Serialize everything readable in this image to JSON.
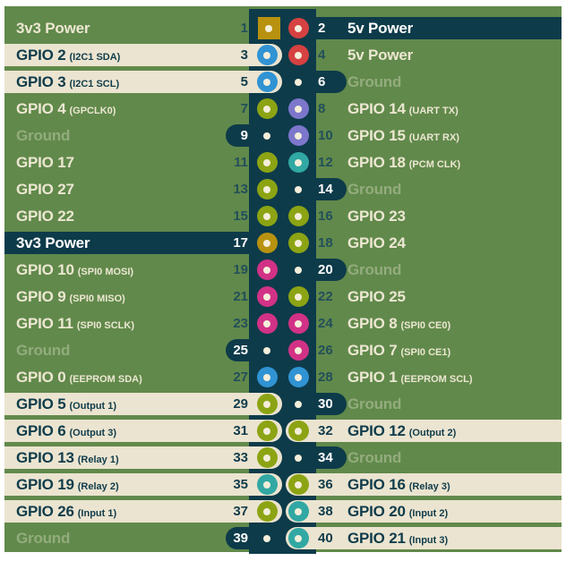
{
  "colors": {
    "background": "#ffffff",
    "panel_green": "#61894b",
    "navy": "#0d3b4a",
    "cream": "#ebe4d0",
    "cream_text": "#ece7d2",
    "muted_text": "#93ac7d",
    "dark_text": "#103c4b",
    "number_on_green": "#224f5a",
    "white_text": "#ffffff",
    "pin_types": {
      "power3v3": "#b8920f",
      "power5v": "#d64141",
      "i2c": "#3093d3",
      "gpio": "#8ca414",
      "uart": "#7d77cc",
      "pcm": "#31a8a3",
      "spi": "#d23286",
      "dot": "#f4eedb"
    }
  },
  "rows": [
    {
      "left": {
        "label": "3v3 Power",
        "sub": "",
        "style": "plain"
      },
      "pins": [
        {
          "num": "1",
          "type": "power3v3",
          "shape": "square"
        },
        {
          "num": "2",
          "type": "power5v"
        }
      ],
      "right": {
        "label": "5v Power",
        "sub": "",
        "style": "navy"
      }
    },
    {
      "left": {
        "label": "GPIO 2",
        "sub": "(I2C1 SDA)",
        "style": "cream"
      },
      "pins": [
        {
          "num": "3",
          "type": "i2c"
        },
        {
          "num": "4",
          "type": "power5v"
        }
      ],
      "right": {
        "label": "5v Power",
        "sub": "",
        "style": "plain"
      }
    },
    {
      "left": {
        "label": "GPIO 3",
        "sub": "(I2C1 SCL)",
        "style": "cream"
      },
      "pins": [
        {
          "num": "5",
          "type": "i2c"
        },
        {
          "num": "6",
          "type": "ground"
        }
      ],
      "right": {
        "label": "Ground",
        "sub": "",
        "style": "ground"
      }
    },
    {
      "left": {
        "label": "GPIO 4",
        "sub": "(GPCLK0)",
        "style": "plain"
      },
      "pins": [
        {
          "num": "7",
          "type": "gpio"
        },
        {
          "num": "8",
          "type": "uart"
        }
      ],
      "right": {
        "label": "GPIO 14",
        "sub": "(UART TX)",
        "style": "plain"
      }
    },
    {
      "left": {
        "label": "Ground",
        "sub": "",
        "style": "ground"
      },
      "pins": [
        {
          "num": "9",
          "type": "ground"
        },
        {
          "num": "10",
          "type": "uart"
        }
      ],
      "right": {
        "label": "GPIO 15",
        "sub": "(UART RX)",
        "style": "plain"
      }
    },
    {
      "left": {
        "label": "GPIO 17",
        "sub": "",
        "style": "plain"
      },
      "pins": [
        {
          "num": "11",
          "type": "gpio"
        },
        {
          "num": "12",
          "type": "pcm"
        }
      ],
      "right": {
        "label": "GPIO 18",
        "sub": "(PCM CLK)",
        "style": "plain"
      }
    },
    {
      "left": {
        "label": "GPIO 27",
        "sub": "",
        "style": "plain"
      },
      "pins": [
        {
          "num": "13",
          "type": "gpio"
        },
        {
          "num": "14",
          "type": "ground"
        }
      ],
      "right": {
        "label": "Ground",
        "sub": "",
        "style": "ground"
      }
    },
    {
      "left": {
        "label": "GPIO 22",
        "sub": "",
        "style": "plain"
      },
      "pins": [
        {
          "num": "15",
          "type": "gpio"
        },
        {
          "num": "16",
          "type": "gpio"
        }
      ],
      "right": {
        "label": "GPIO 23",
        "sub": "",
        "style": "plain"
      }
    },
    {
      "left": {
        "label": "3v3 Power",
        "sub": "",
        "style": "navy"
      },
      "pins": [
        {
          "num": "17",
          "type": "power3v3"
        },
        {
          "num": "18",
          "type": "gpio"
        }
      ],
      "right": {
        "label": "GPIO 24",
        "sub": "",
        "style": "plain"
      }
    },
    {
      "left": {
        "label": "GPIO 10",
        "sub": "(SPI0 MOSI)",
        "style": "plain"
      },
      "pins": [
        {
          "num": "19",
          "type": "spi"
        },
        {
          "num": "20",
          "type": "ground"
        }
      ],
      "right": {
        "label": "Ground",
        "sub": "",
        "style": "ground"
      }
    },
    {
      "left": {
        "label": "GPIO 9",
        "sub": "(SPI0 MISO)",
        "style": "plain"
      },
      "pins": [
        {
          "num": "21",
          "type": "spi"
        },
        {
          "num": "22",
          "type": "gpio"
        }
      ],
      "right": {
        "label": "GPIO 25",
        "sub": "",
        "style": "plain"
      }
    },
    {
      "left": {
        "label": "GPIO 11",
        "sub": "(SPI0 SCLK)",
        "style": "plain"
      },
      "pins": [
        {
          "num": "23",
          "type": "spi"
        },
        {
          "num": "24",
          "type": "spi"
        }
      ],
      "right": {
        "label": "GPIO 8",
        "sub": "(SPI0 CE0)",
        "style": "plain"
      }
    },
    {
      "left": {
        "label": "Ground",
        "sub": "",
        "style": "ground"
      },
      "pins": [
        {
          "num": "25",
          "type": "ground"
        },
        {
          "num": "26",
          "type": "spi"
        }
      ],
      "right": {
        "label": "GPIO 7",
        "sub": "(SPI0 CE1)",
        "style": "plain"
      }
    },
    {
      "left": {
        "label": "GPIO 0",
        "sub": "(EEPROM SDA)",
        "style": "plain"
      },
      "pins": [
        {
          "num": "27",
          "type": "i2c"
        },
        {
          "num": "28",
          "type": "i2c"
        }
      ],
      "right": {
        "label": "GPIO 1",
        "sub": "(EEPROM SCL)",
        "style": "plain"
      }
    },
    {
      "left": {
        "label": "GPIO 5",
        "sub": "(Output 1)",
        "style": "cream"
      },
      "pins": [
        {
          "num": "29",
          "type": "gpio"
        },
        {
          "num": "30",
          "type": "ground"
        }
      ],
      "right": {
        "label": "Ground",
        "sub": "",
        "style": "ground"
      }
    },
    {
      "left": {
        "label": "GPIO 6",
        "sub": "(Output 3)",
        "style": "cream"
      },
      "pins": [
        {
          "num": "31",
          "type": "gpio"
        },
        {
          "num": "32",
          "type": "gpio"
        }
      ],
      "right": {
        "label": "GPIO 12",
        "sub": "(Output 2)",
        "style": "cream"
      }
    },
    {
      "left": {
        "label": "GPIO 13",
        "sub": "(Relay 1)",
        "style": "cream"
      },
      "pins": [
        {
          "num": "33",
          "type": "gpio"
        },
        {
          "num": "34",
          "type": "ground"
        }
      ],
      "right": {
        "label": "Ground",
        "sub": "",
        "style": "ground"
      }
    },
    {
      "left": {
        "label": "GPIO 19",
        "sub": "(Relay 2)",
        "style": "cream"
      },
      "pins": [
        {
          "num": "35",
          "type": "pcm"
        },
        {
          "num": "36",
          "type": "gpio"
        }
      ],
      "right": {
        "label": "GPIO 16",
        "sub": "(Relay 3)",
        "style": "cream"
      }
    },
    {
      "left": {
        "label": "GPIO 26",
        "sub": "(Input 1)",
        "style": "cream"
      },
      "pins": [
        {
          "num": "37",
          "type": "gpio"
        },
        {
          "num": "38",
          "type": "pcm"
        }
      ],
      "right": {
        "label": "GPIO 20",
        "sub": "(Input 2)",
        "style": "cream"
      }
    },
    {
      "left": {
        "label": "Ground",
        "sub": "",
        "style": "ground"
      },
      "pins": [
        {
          "num": "39",
          "type": "ground"
        },
        {
          "num": "40",
          "type": "pcm"
        }
      ],
      "right": {
        "label": "GPIO 21",
        "sub": "(Input 3)",
        "style": "cream"
      }
    }
  ]
}
